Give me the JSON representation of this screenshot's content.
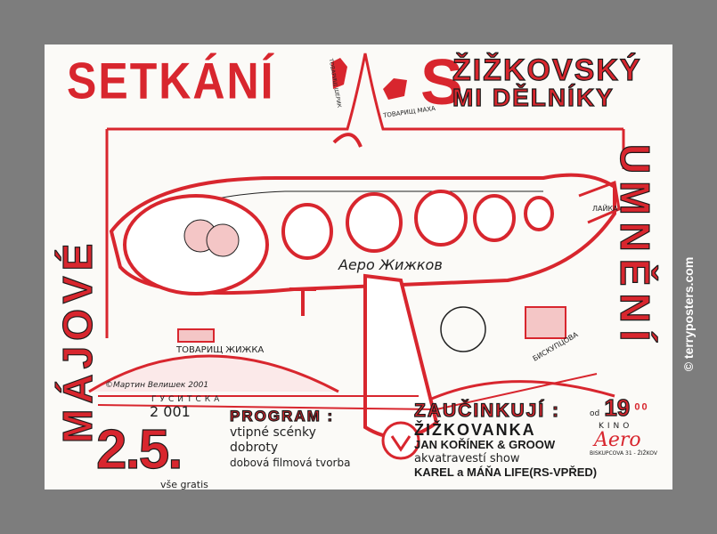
{
  "poster": {
    "title_left": "SETKÁNÍ",
    "title_s": "S",
    "title_right_1": "ŽIŽKOVSKÝ",
    "title_right_2": "MI DĚLNÍKY",
    "vertical_left": "MÁJOVÉ",
    "vertical_right": "UMNĚNÍ",
    "date_year": "2 001",
    "date": "2.5.",
    "free": "vše gratis",
    "program": {
      "heading": "PROGRAM :",
      "items": [
        "vtipné scénky",
        "dobroty",
        "dobová filmová tvorba"
      ]
    },
    "performers": {
      "heading": "ZAUČINKUJÍ :",
      "items": [
        "ŽIŽKOVANKA",
        "JAN KOŘÍNEK & GROOW",
        "akvatravestí show",
        "KAREL a MÁŇA LIFE(RS-VPŘED)"
      ]
    },
    "time_prefix": "od",
    "time_hour": "19",
    "time_minutes": "00",
    "venue_label": "KINO",
    "venue_name": "Aero",
    "venue_address": "BISKUPCOVA 31 - ŽIŽKOV",
    "art_labels": {
      "plane_name": "Аеро Жижков",
      "comrade_zizka": "ТОВАРИЩ ЖИЖКА",
      "comrade_macha": "ТОВАРИЩ МАХА",
      "comrade_sherik": "ТОВАРИЩ ШЕРИК",
      "laika": "ЛАЙКА",
      "street": "БИСКУПЦОВА",
      "street2": "ГУСИТСКА",
      "signature": "©Мартин Велишек 2001"
    },
    "colors": {
      "red": "#d8262e",
      "background": "#7d7d7d",
      "paper": "#fbfaf7"
    }
  },
  "watermark": "© terryposters.com"
}
